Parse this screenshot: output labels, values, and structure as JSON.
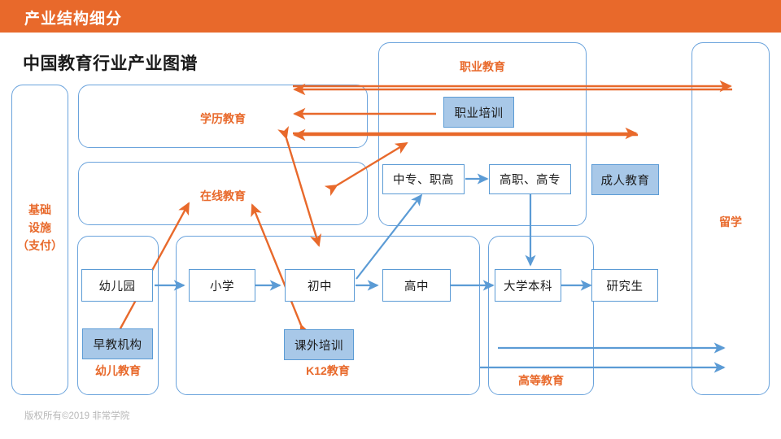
{
  "header": {
    "title": "产业结构细分",
    "bar_color": "#E8692B"
  },
  "slide": {
    "title": "中国教育行业产业图谱",
    "footer": "版权所有©2019 非常学院"
  },
  "colors": {
    "orange": "#E8692B",
    "box_border": "#5B9BD5",
    "group_border": "#6AA3DC",
    "fill_blue": "#A8C8E8",
    "white": "#FFFFFF",
    "footer_gray": "#B7B7B7"
  },
  "groups": {
    "infrastructure": {
      "label": "基础\n设施\n（支付）",
      "line1": "基础",
      "line2": "设施",
      "line3": "（支付）"
    },
    "academic": {
      "label": "学历教育"
    },
    "online": {
      "label": "在线教育"
    },
    "vocational": {
      "label": "职业教育"
    },
    "preschool": {
      "label": "幼儿教育"
    },
    "k12": {
      "label": "K12教育"
    },
    "higher": {
      "label": "高等教育"
    },
    "overseas": {
      "label": "留学"
    }
  },
  "nodes": [
    {
      "id": "kindergarten",
      "label": "幼儿园",
      "style": "white"
    },
    {
      "id": "primary-school",
      "label": "小学",
      "style": "white"
    },
    {
      "id": "junior-high",
      "label": "初中",
      "style": "white"
    },
    {
      "id": "senior-high",
      "label": "高中",
      "style": "white"
    },
    {
      "id": "university",
      "label": "大学本科",
      "style": "white"
    },
    {
      "id": "graduate",
      "label": "研究生",
      "style": "white"
    },
    {
      "id": "vocational-school",
      "label": "中专、职高",
      "style": "white"
    },
    {
      "id": "vocational-college",
      "label": "高职、高专",
      "style": "white"
    },
    {
      "id": "early-education",
      "label": "早教机构",
      "style": "filled"
    },
    {
      "id": "tutoring",
      "label": "课外培训",
      "style": "filled"
    },
    {
      "id": "vocational-training",
      "label": "职业培训",
      "style": "filled"
    },
    {
      "id": "adult-education",
      "label": "成人教育",
      "style": "filled"
    }
  ]
}
